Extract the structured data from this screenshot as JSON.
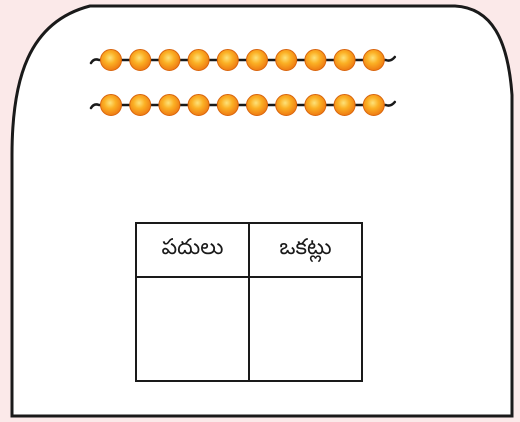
{
  "colors": {
    "background": "#fbe9e9",
    "card_fill": "#ffffff",
    "outline": "#1a1a1a",
    "bead_outer": "#ee7a12",
    "bead_inner": "#fbb024",
    "bead_highlight": "#fde27a",
    "string": "#1a1a1a"
  },
  "bead_strings": [
    {
      "bead_count": 10
    },
    {
      "bead_count": 10
    }
  ],
  "table": {
    "headers": {
      "tens": "పదులు",
      "ones": "ఒకట్లు"
    },
    "rows": [
      {
        "tens": "",
        "ones": ""
      }
    ]
  }
}
